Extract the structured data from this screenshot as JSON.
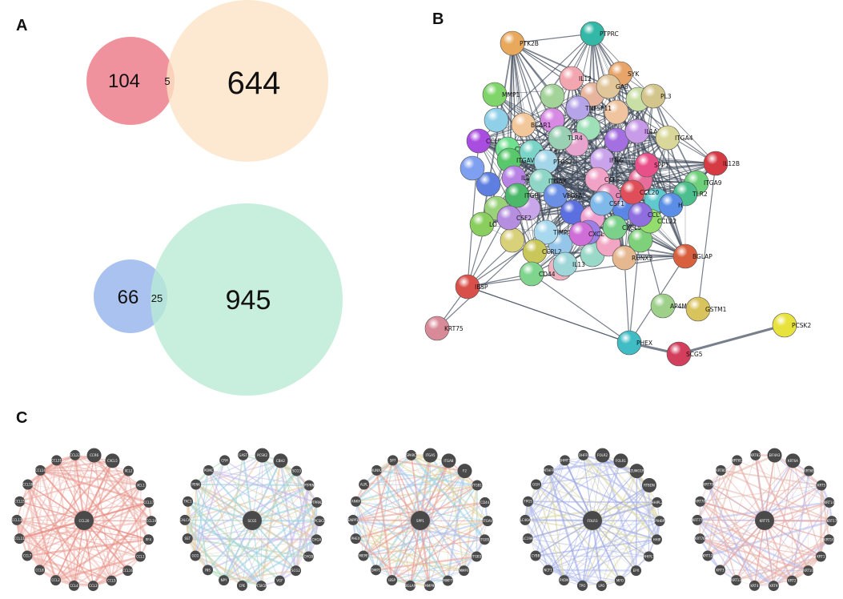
{
  "panels": {
    "a": "A",
    "b": "B",
    "c": "C"
  },
  "venn": [
    {
      "left": "104",
      "overlap": "5",
      "right": "644",
      "left_color": "#ec7f8c",
      "right_color": "#fde3c4"
    },
    {
      "left": "66",
      "overlap": "25",
      "right": "945",
      "left_color": "#9bb7ec",
      "right_color": "#b9ead3"
    }
  ],
  "network": {
    "nodes": [
      {
        "label": "PTK2B",
        "color": "#e8a95c"
      },
      {
        "label": "PTPRC",
        "color": "#33b8a7"
      },
      {
        "label": "SYK",
        "color": "#e8a56a"
      },
      {
        "label": "IL12",
        "color": "#f2a7b0"
      },
      {
        "label": "GA8",
        "color": "#e1c69a"
      },
      {
        "label": "MMP1",
        "color": "#7fd46a"
      },
      {
        "label": "MMP",
        "color": "#c8dfa5"
      },
      {
        "label": "PL3",
        "color": "#d4c58d"
      },
      {
        "label": "TNFSF11",
        "color": "#b6a4e8"
      },
      {
        "label": "BCAR1",
        "color": "#f2c79a"
      },
      {
        "label": "CCL5",
        "color": "#a94ce0"
      },
      {
        "label": "CXCL10",
        "color": "#6fe08f"
      },
      {
        "label": "TLR4",
        "color": "#9ad0b3"
      },
      {
        "label": "IL1A",
        "color": "#c79be8"
      },
      {
        "label": "ITGA4",
        "color": "#d9d89a"
      },
      {
        "label": "STAT3",
        "color": "#7bd4c8"
      },
      {
        "label": "ITGAVB3",
        "color": "#58c86b"
      },
      {
        "label": "PTGS2",
        "color": "#a4d6ea"
      },
      {
        "label": "IFNG",
        "color": "#c9a3ec"
      },
      {
        "label": "SPP1",
        "color": "#e8508a"
      },
      {
        "label": "IL12B",
        "color": "#d63b44"
      },
      {
        "label": "ITGA9",
        "color": "#6fd07b"
      },
      {
        "label": "IL18",
        "color": "#b883e4"
      },
      {
        "label": "ITGB",
        "color": "#4cb86a"
      },
      {
        "label": "ITGAX",
        "color": "#8fd6c6"
      },
      {
        "label": "CCL3",
        "color": "#f0a3c6"
      },
      {
        "label": "VEGFA",
        "color": "#6a8fe4"
      },
      {
        "label": "CAM1",
        "color": "#e58bb8"
      },
      {
        "label": "CCL20",
        "color": "#e04e5a"
      },
      {
        "label": "TLR2",
        "color": "#4dbf8e"
      },
      {
        "label": "CSF1",
        "color": "#7fb9ea"
      },
      {
        "label": "CSF2",
        "color": "#b58ee0"
      },
      {
        "label": "LO",
        "color": "#8acf5e"
      },
      {
        "label": "TIMP",
        "color": "#a8d8ee"
      },
      {
        "label": "CXCL",
        "color": "#d06ed8"
      },
      {
        "label": "CXCL5",
        "color": "#7bd08a"
      },
      {
        "label": "CCL22",
        "color": "#93dd6c"
      },
      {
        "label": "CCL",
        "color": "#8f6fe0"
      },
      {
        "label": "CCRL2",
        "color": "#c9c65a"
      },
      {
        "label": "IL13",
        "color": "#9fd6d8"
      },
      {
        "label": "CD44",
        "color": "#7fd48e"
      },
      {
        "label": "RUNX3",
        "color": "#e6b890"
      },
      {
        "label": "BGLAP",
        "color": "#d9603e"
      },
      {
        "label": "IBSP",
        "color": "#d9504a"
      },
      {
        "label": "AP4M1",
        "color": "#9ed08a"
      },
      {
        "label": "GSTM1",
        "color": "#d8c35c"
      },
      {
        "label": "KRT75",
        "color": "#d98a98"
      },
      {
        "label": "PHEX",
        "color": "#3fbcc4"
      },
      {
        "label": "SCG5",
        "color": "#d23e5c"
      },
      {
        "label": "PCSK2",
        "color": "#e8e33c"
      },
      {
        "label": "H",
        "color": "#5b8ee6"
      }
    ]
  },
  "genemania": [
    {
      "center": "CCL20",
      "labels": [
        "CCR6",
        "CXCL5",
        "XCL2",
        "XCL1",
        "CCL17",
        "CCL19",
        "PF4",
        "CCL1",
        "CCL16",
        "CCL5",
        "CCL3",
        "CCL4",
        "CCL2",
        "CCL8",
        "CCL7",
        "CCL11",
        "CCL13",
        "CCL15",
        "CCL18",
        "CCL14",
        "CCL21",
        "CCL22"
      ]
    },
    {
      "center": "SCG5",
      "labels": [
        "PCSK2",
        "CBH2",
        "SCG3",
        "PTPRN",
        "PTPRN2",
        "PCSK1",
        "CHGA",
        "CHGB",
        "SCG2",
        "VGF",
        "PCSK1N",
        "CPE",
        "NPY",
        "INS",
        "GCG",
        "SST",
        "CALCA",
        "TAC1",
        "PENK",
        "POMC",
        "CRH",
        "GAST"
      ]
    },
    {
      "center": "SPP1",
      "labels": [
        "ITGA5",
        "ITGA8",
        "F2",
        "ITGB1",
        "CD44",
        "ITGAV",
        "ITGB5",
        "ITGB3",
        "MMP3",
        "MMP7",
        "MMP9",
        "BGLAP",
        "IBSP",
        "DMP1",
        "MEPE",
        "PHEX",
        "ENPP1",
        "ANKH",
        "ALPL",
        "RUNX2",
        "SP7",
        "SPARC"
      ]
    },
    {
      "center": "FOLR3",
      "labels": [
        "FOLR2",
        "FOLR1",
        "IZUMO1R",
        "RTBDN",
        "HHIPL2",
        "GPIHBP1",
        "HHIP",
        "HHIPL1",
        "EPX",
        "MPO",
        "LPO",
        "TPO",
        "PXDN",
        "NCF1",
        "CYBB",
        "SLC19A1",
        "SLC46A1",
        "FPGS",
        "GGH",
        "MTHFR",
        "SHMT1",
        "DHFR"
      ]
    },
    {
      "center": "KRT75",
      "labels": [
        "EIF4A3",
        "KRT6A",
        "KRT6B",
        "KRT5",
        "KRT14",
        "KRT17",
        "KRT16",
        "KRT1",
        "KRT10",
        "KRT2",
        "KRT9",
        "KRT4",
        "KRT13",
        "KRT3",
        "KRT12",
        "KRT76",
        "KRT77",
        "KRT78",
        "KRT79",
        "KRT80",
        "KRT81",
        "KRT82"
      ]
    }
  ]
}
